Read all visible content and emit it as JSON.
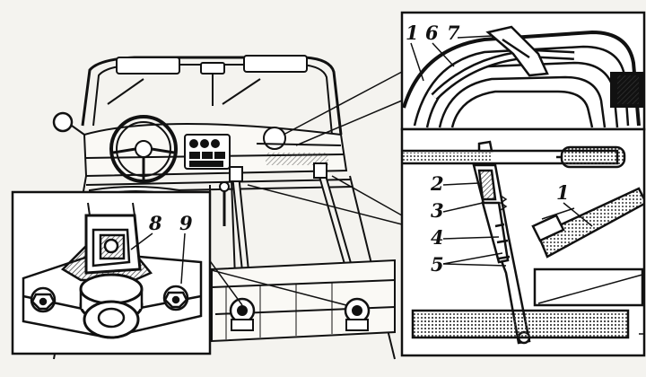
{
  "callouts": {
    "c1_top": "1",
    "c6": "6",
    "c7": "7",
    "c2": "2",
    "c3": "3",
    "c1_right": "1",
    "c4": "4",
    "c5": "5",
    "c8": "8",
    "c9": "9"
  },
  "colors": {
    "ink": "#111111",
    "paper": "#f4f3ef",
    "hatch": "#555555"
  }
}
